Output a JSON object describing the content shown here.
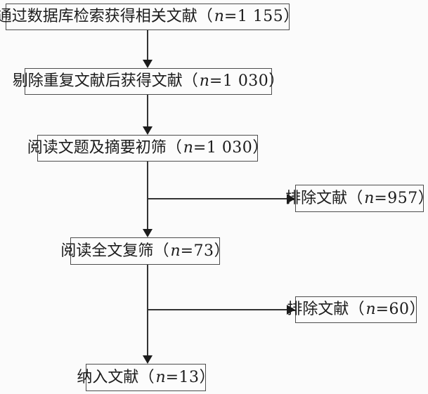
{
  "flowchart": {
    "type": "literature-screening-flow",
    "main_nodes": [
      {
        "text": "通过数据库检索获得相关文献",
        "open": "（",
        "var": "n",
        "value": "=1 155",
        "close": "）"
      },
      {
        "text": "剔除重复文献后获得文献",
        "open": "（",
        "var": "n",
        "value": "=1 030",
        "close": "）"
      },
      {
        "text": "阅读文题及摘要初筛",
        "open": "（",
        "var": "n",
        "value": "=1 030",
        "close": "）"
      },
      {
        "text": "阅读全文复筛",
        "open": "（",
        "var": "n",
        "value": "=73",
        "close": "）"
      },
      {
        "text": "纳入文献",
        "open": "（",
        "var": "n",
        "value": "=13",
        "close": "）"
      }
    ],
    "side_nodes": [
      {
        "text": "排除文献",
        "open": "（",
        "var": "n",
        "value": "=957",
        "close": "）"
      },
      {
        "text": "排除文献",
        "open": "（",
        "var": "n",
        "value": "=60",
        "close": "）"
      }
    ],
    "colors": {
      "line": "#333333",
      "box_border": "#4d4d4d",
      "text": "#1c1c1c",
      "background": "#fbfbfb"
    }
  }
}
